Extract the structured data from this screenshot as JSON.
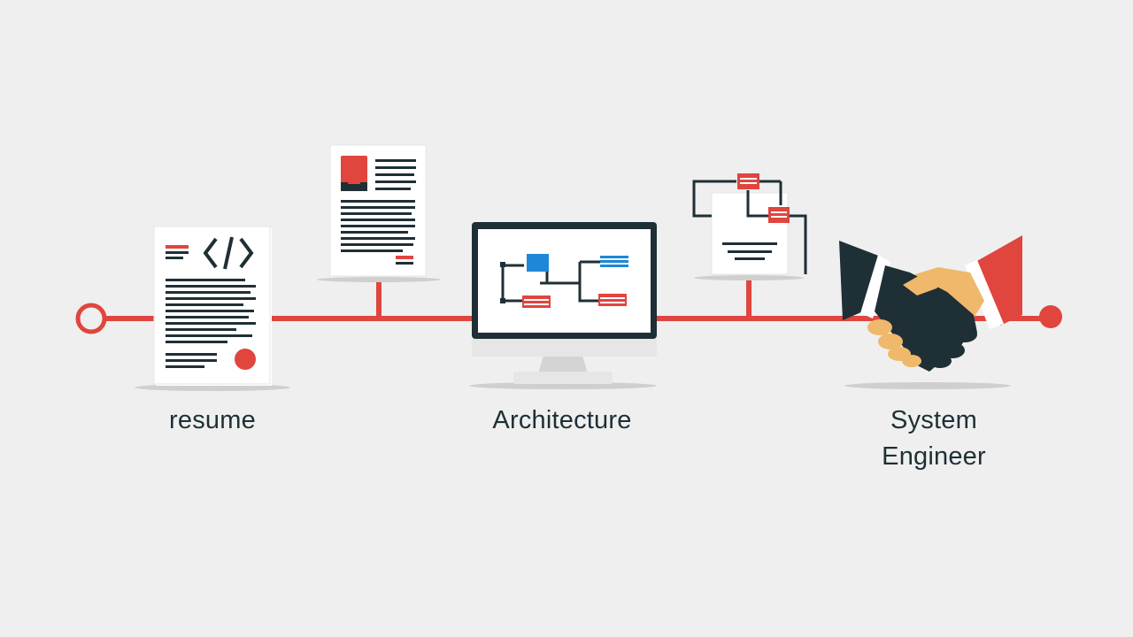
{
  "labels": {
    "resume": "resume",
    "architecture": "Architecture",
    "system_line1": "System",
    "system_line2": "Engineer"
  },
  "icons": {
    "start": "timeline-start-ring-icon",
    "resume": "code-resume-document-icon",
    "profile": "profile-document-icon",
    "architecture": "architecture-monitor-icon",
    "flowchart": "flowchart-document-icon",
    "handshake": "handshake-icon",
    "end": "timeline-end-dot-icon"
  },
  "colors": {
    "background": "#efefef",
    "accent_red": "#e0453e",
    "dark_navy": "#1f2f36",
    "blue": "#1e88d6",
    "skin": "#f0b86a",
    "paper": "#ffffff"
  }
}
